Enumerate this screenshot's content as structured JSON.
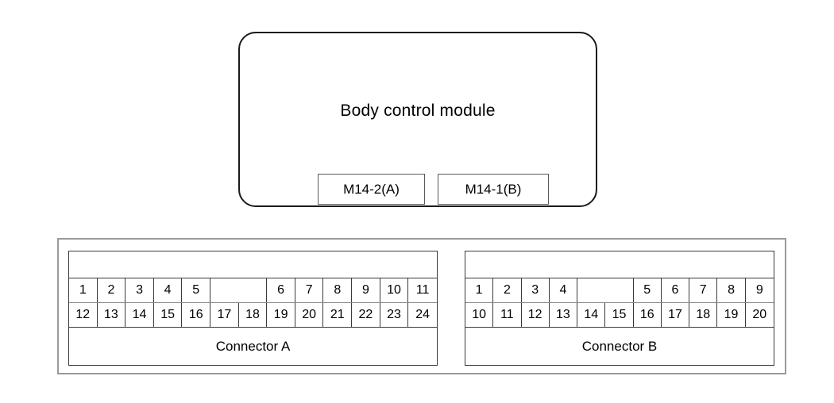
{
  "module": {
    "title": "Body control module",
    "tabs": [
      {
        "label": "M14-2(A)"
      },
      {
        "label": "M14-1(B)"
      }
    ]
  },
  "connectors": [
    {
      "id": "connector-a",
      "footer_label": "Connector A",
      "columns": 13,
      "top_row": [
        "1",
        "2",
        "3",
        "4",
        "5",
        "",
        "6",
        "7",
        "8",
        "9",
        "10",
        "11"
      ],
      "top_row_spans": [
        1,
        1,
        1,
        1,
        1,
        2,
        1,
        1,
        1,
        1,
        1,
        1
      ],
      "bottom_row": [
        "12",
        "13",
        "14",
        "15",
        "16",
        "17",
        "18",
        "19",
        "20",
        "21",
        "22",
        "23",
        "24"
      ]
    },
    {
      "id": "connector-b",
      "footer_label": "Connector B",
      "columns": 11,
      "top_row": [
        "1",
        "2",
        "3",
        "4",
        "",
        "5",
        "6",
        "7",
        "8",
        "9"
      ],
      "top_row_spans": [
        1,
        1,
        1,
        1,
        2,
        1,
        1,
        1,
        1,
        1
      ],
      "bottom_row": [
        "10",
        "11",
        "12",
        "13",
        "14",
        "15",
        "16",
        "17",
        "18",
        "19",
        "20"
      ]
    }
  ],
  "colors": {
    "outline": "#1a1a1a",
    "table_border": "#3a3a3a",
    "frame_border": "#9a9a9a",
    "background": "#ffffff"
  }
}
